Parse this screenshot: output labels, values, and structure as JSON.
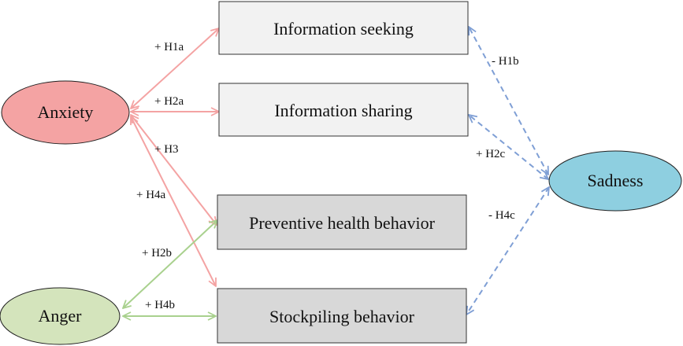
{
  "colors": {
    "anxiety_fill": "#F4A3A3",
    "anger_fill": "#D4E4BC",
    "sadness_fill": "#8ECFE0",
    "box_light_fill": "#F2F2F2",
    "box_dark_fill": "#D8D8D8",
    "anxiety_arrow": "#F4A3A3",
    "anger_arrow": "#A9D18E",
    "sadness_arrow": "#7F9FD5"
  },
  "emotions": {
    "anxiety": "Anxiety",
    "anger": "Anger",
    "sadness": "Sadness"
  },
  "behaviors": {
    "info_seeking": "Information seeking",
    "info_sharing": "Information sharing",
    "preventive": "Preventive health behavior",
    "stockpiling": "Stockpiling behavior"
  },
  "hypotheses": {
    "h1a": "+ H1a",
    "h2a": "+ H2a",
    "h3": "+ H3",
    "h4a": "+ H4a",
    "h2b": "+ H2b",
    "h4b": "+ H4b",
    "h1b": "- H1b",
    "h2c": "+ H2c",
    "h4c": "- H4c"
  }
}
